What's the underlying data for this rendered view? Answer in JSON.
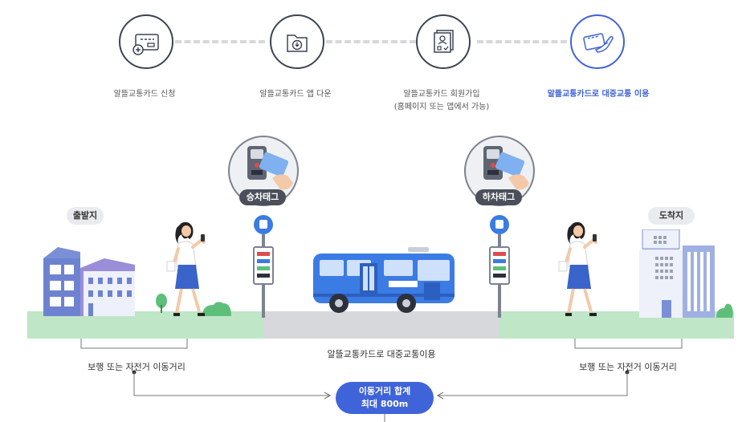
{
  "steps": [
    {
      "label": "알뜰교통카드 신청",
      "icon": "card-apply-icon"
    },
    {
      "label": "알뜰교통카드 앱 다운",
      "icon": "app-download-icon"
    },
    {
      "label": "알뜰교통카드 회원가입",
      "sublabel": "(홈페이지 또는 앱에서 가능)",
      "icon": "member-signup-icon"
    },
    {
      "label": "알뜰교통카드로 대중교통 이용",
      "icon": "card-payment-icon"
    }
  ],
  "places": {
    "origin": "출발지",
    "destination": "도착지"
  },
  "tags": {
    "board": "승차태그",
    "alight": "하차태그"
  },
  "captions": {
    "left_walk": "보행 또는 자전거 이동거리",
    "transit": "알뜰교통카드로 대중교통이용",
    "right_walk": "보행 또는 자전거 이동거리"
  },
  "total": {
    "line1": "이동거리 합계",
    "line2": "최대 800m"
  },
  "colors": {
    "accent": "#3f63d8",
    "ground": "#bfe6c6",
    "road": "#d7d8db",
    "bus": "#3b7be4"
  }
}
